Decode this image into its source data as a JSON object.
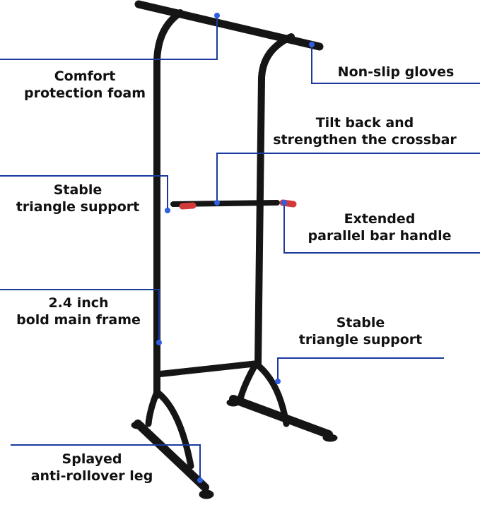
{
  "colors": {
    "callout": "#1b3a9c",
    "frame": "#151515",
    "grip": "#d23a3a"
  },
  "callouts": [
    {
      "lines": [
        "Comfort",
        "protection foam"
      ]
    },
    {
      "lines": [
        "Non-slip gloves"
      ]
    },
    {
      "lines": [
        "Tilt back and",
        "strengthen the crossbar"
      ]
    },
    {
      "lines": [
        "Stable",
        "triangle support"
      ]
    },
    {
      "lines": [
        "Extended",
        "parallel bar handle"
      ]
    },
    {
      "lines": [
        "2.4 inch",
        "bold main frame"
      ]
    },
    {
      "lines": [
        "Stable",
        "triangle support"
      ]
    },
    {
      "lines": [
        "Splayed",
        "anti-rollover leg"
      ]
    }
  ]
}
